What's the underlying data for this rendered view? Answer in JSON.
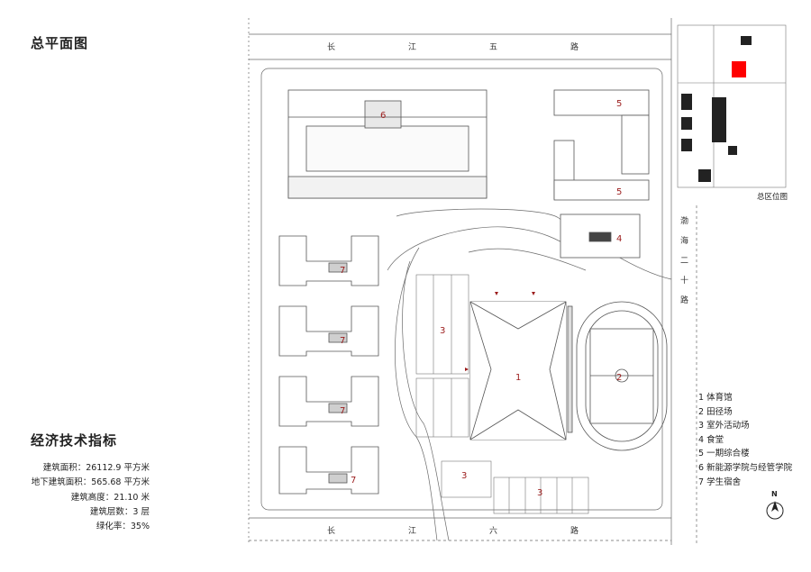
{
  "titles": {
    "site_plan": "总平面图",
    "econ": "经济技术指标",
    "location": "总区位图"
  },
  "roads": {
    "north": [
      "长",
      "江",
      "五",
      "路"
    ],
    "south": [
      "长",
      "江",
      "六",
      "路"
    ],
    "east": [
      "渤",
      "海",
      "二",
      "十",
      "路"
    ]
  },
  "stats": [
    "建筑面积：26112.9 平方米",
    "地下建筑面积：565.68 平方米",
    "建筑高度：21.10 米",
    "建筑层数：3 层",
    "绿化率：35%"
  ],
  "legend": [
    "1 体育馆",
    "2 田径场",
    "3 室外活动场",
    "4 食堂",
    "5 一期综合楼",
    "6 新能源学院与经管学院",
    "7 学生宿舍"
  ],
  "numbers": {
    "gym": "1",
    "field": "2",
    "court_a": "3",
    "court_b": "3",
    "court_c": "3",
    "canteen": "4",
    "complex_a": "5",
    "complex_b": "5",
    "college": "6",
    "dorm_a": "7",
    "dorm_b": "7",
    "dorm_c": "7",
    "dorm_d": "7"
  },
  "north_arrow": "N",
  "colors": {
    "accent": "#9b1b1b",
    "highlight": "#ff0000",
    "line": "#555555"
  }
}
